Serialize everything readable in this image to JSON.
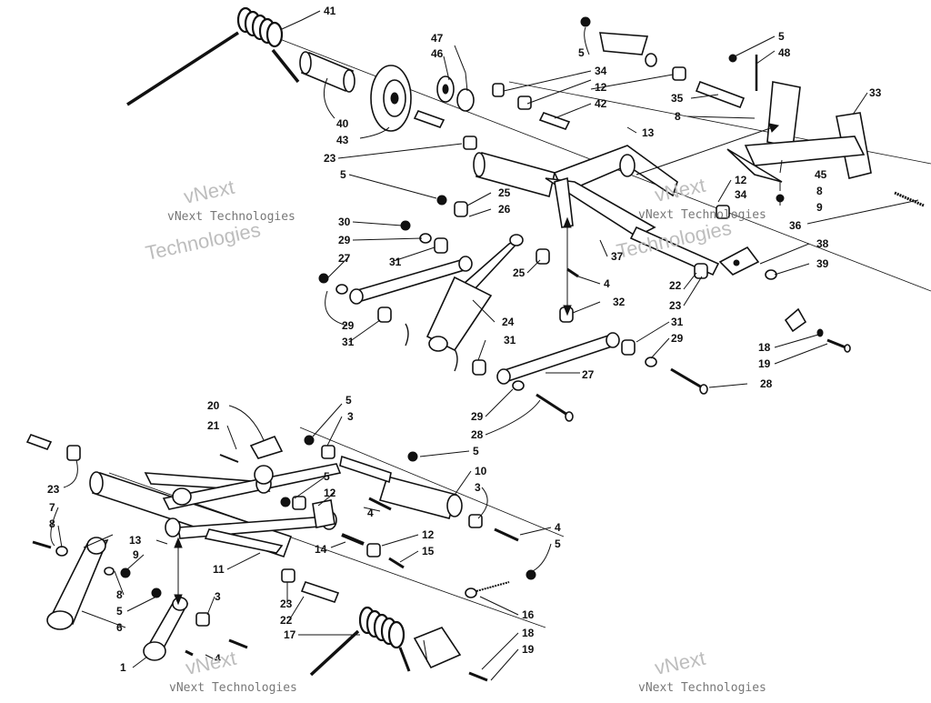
{
  "watermark": {
    "brand_short": "vNext",
    "brand_line1": "vNext Technologies",
    "brand_line2": "Technologies"
  },
  "callouts": {
    "c41": "41",
    "c47": "47",
    "c46": "46",
    "c40": "40",
    "c43": "43",
    "c23a": "23",
    "c5a": "5",
    "c34a": "34",
    "c12a": "12",
    "c42": "42",
    "c13a": "13",
    "c5b": "5",
    "c48": "48",
    "c35": "35",
    "c8a": "8",
    "c33": "33",
    "c12b": "12",
    "c34b": "34",
    "c45": "45",
    "c8b": "8",
    "c9a": "9",
    "c36": "36",
    "c5c": "5",
    "c25a": "25",
    "c26": "26",
    "c30": "30",
    "c29a": "29",
    "c27a": "27",
    "c31a": "31",
    "c37": "37",
    "c38": "38",
    "c39": "39",
    "c22a": "22",
    "c23b": "23",
    "c25b": "25",
    "c4a": "4",
    "c32": "32",
    "c29b": "29",
    "c31b": "31",
    "c24": "24",
    "c31c": "31",
    "c31d": "31",
    "c29c": "29",
    "c27b": "27",
    "c18a": "18",
    "c19a": "19",
    "c28a": "28",
    "c29d": "29",
    "c28b": "28",
    "c20": "20",
    "c21": "21",
    "c5d": "5",
    "c3a": "3",
    "c5e": "5",
    "c10": "10",
    "c3b": "3",
    "c23c": "23",
    "c7": "7",
    "c8c": "8",
    "c13b": "13",
    "c9b": "9",
    "c5f": "5",
    "c12c": "12",
    "c4b": "4",
    "c14": "14",
    "c12d": "12",
    "c15": "15",
    "c4c": "4",
    "c5g": "5",
    "c11": "11",
    "c8d": "8",
    "c5h": "5",
    "c6": "6",
    "c3c": "3",
    "c23d": "23",
    "c22b": "22",
    "c16": "16",
    "c17": "17",
    "c18b": "18",
    "c19b": "19",
    "c1": "1",
    "c4d": "4"
  }
}
